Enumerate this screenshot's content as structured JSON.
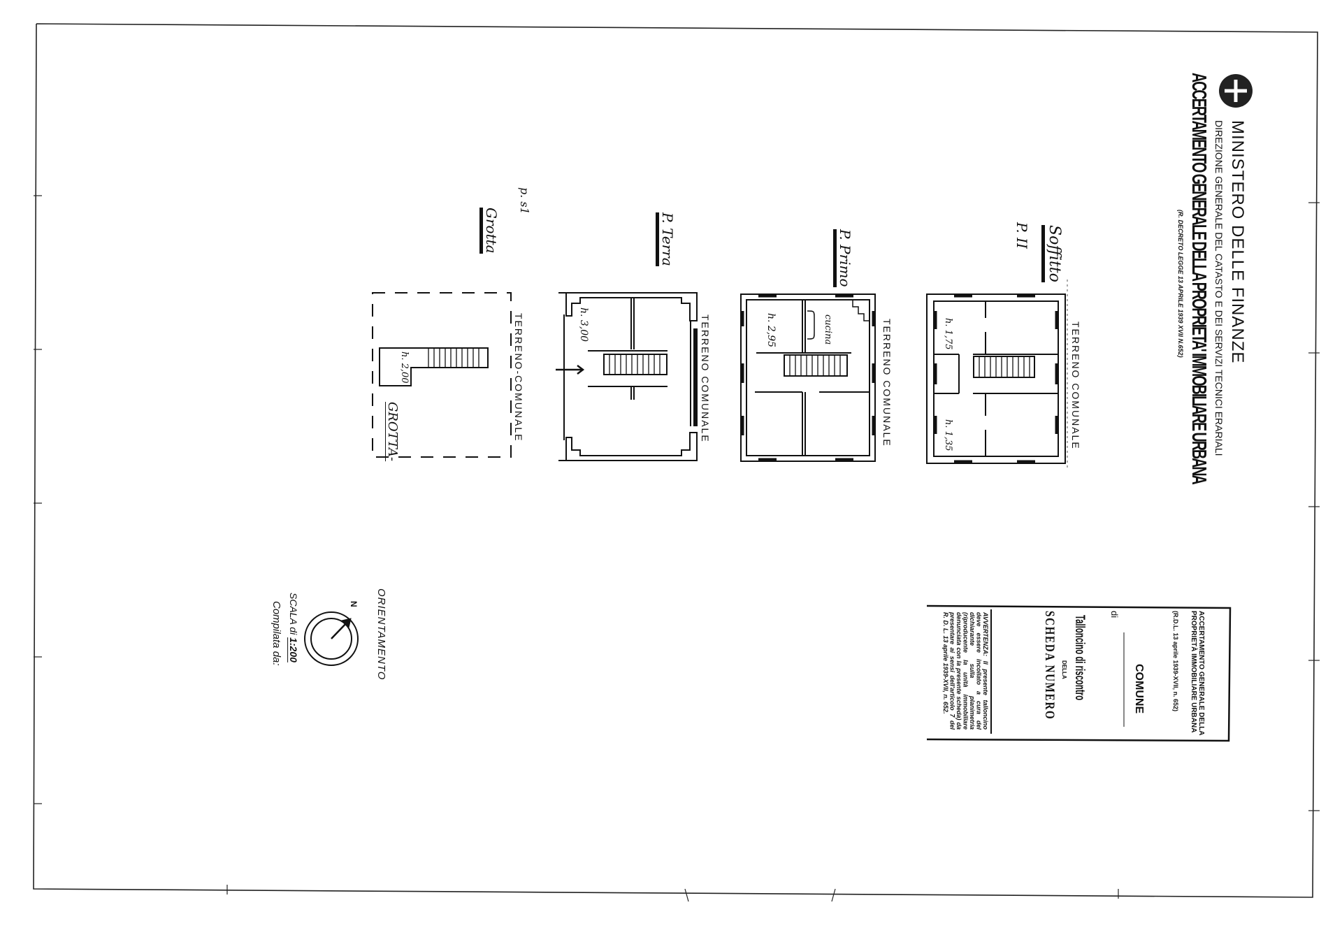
{
  "header": {
    "ministry": "MINISTERO DELLE FINANZE",
    "directorate": "DIREZIONE GENERALE DEL CATASTO E DEI SERVIZI TECNICI ERARIALI",
    "title": "ACCERTAMENTO GENERALE DELLA PROPRIETA' IMMOBILIARE URBANA",
    "decree": "(R. DECRETO LEGGE 13 APRILE 1939 XVII N.652)",
    "emblem": "state-emblem-icon"
  },
  "floors": [
    {
      "label": "Soffitto",
      "sub": "P. II",
      "boundary": "TERRENO COMUNALE",
      "heights": [
        "h. 1,75",
        "h. 1,35"
      ]
    },
    {
      "label": "P. Primo",
      "boundary": "TERRENO COMUNALE",
      "heights": [
        "h. 2,95"
      ],
      "rooms": [
        "cucina"
      ]
    },
    {
      "label": "P. Terra",
      "boundary": "TERRENO COMUNALE",
      "heights": [
        "h. 3,00"
      ]
    },
    {
      "label": "Grotta",
      "sub": "p. s1",
      "boundary": "TERRENO-COMUNALE",
      "heights": [
        "h. 2,00"
      ],
      "rooms": [
        "GROTTA-"
      ]
    }
  ],
  "legend": {
    "orientation": "ORIENTAMENTO",
    "north": "N",
    "scale_prefix": "SCALA di",
    "scale_value": "1:200",
    "compiled_by": "Compilata da:"
  },
  "talloncino": {
    "line1": "ACCERTAMENTO GENERALE DELLA",
    "line2": "PROPRIETÀ IMMOBILIARE URBANA",
    "decree": "(R.D.L. 13 aprile 1939-XVII, n. 652)",
    "comune": "COMUNE",
    "di": "di",
    "title": "Talloncino di riscontro",
    "della": "DELLA",
    "scheda": "SCHEDA NUMERO",
    "warning": "AVVERTENZA: Il presente talloncino deve essere incollato a cura del dichiarante sulla planimetria (riproducente la unità immobiliare denunciata con la presente scheda) da presentare ai sensi dell'articolo 7 del R. D. L. 13 aprile 1939-XVII, n. 652."
  }
}
